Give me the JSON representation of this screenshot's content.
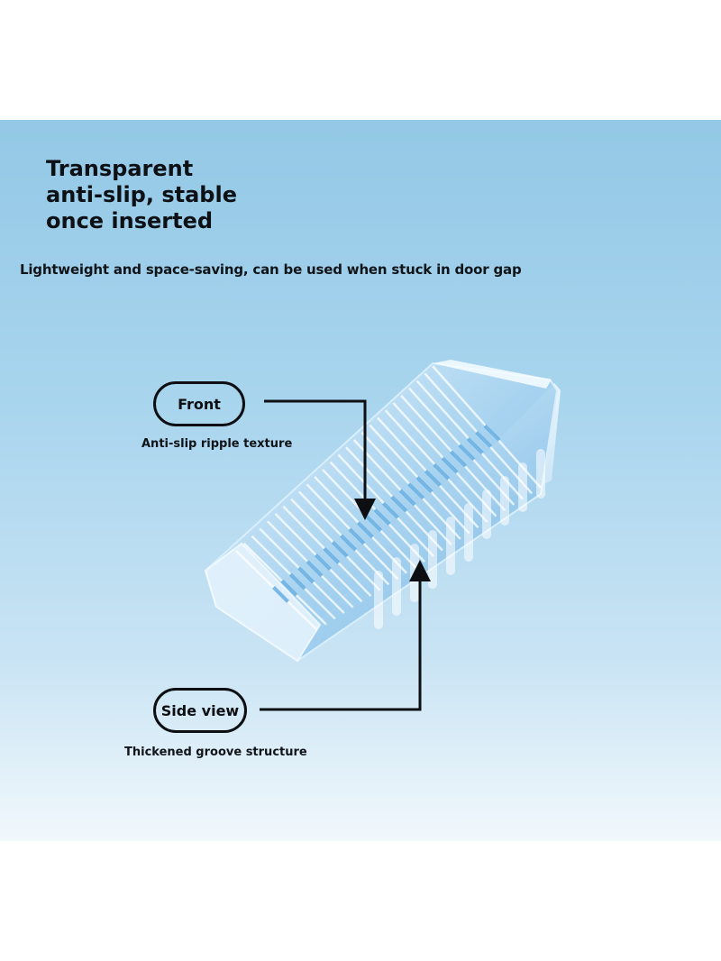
{
  "title_lines": [
    "Transparent",
    "anti-slip, stable",
    "once inserted"
  ],
  "subtitle": "Lightweight and space-saving, can be used when stuck in door gap",
  "callouts": {
    "front": {
      "label": "Front",
      "caption": "Anti-slip ripple texture"
    },
    "side": {
      "label": "Side view",
      "caption": "Thickened groove structure"
    }
  },
  "product": {
    "name": "door-stop-wedge",
    "color": "#5aa8e0"
  }
}
